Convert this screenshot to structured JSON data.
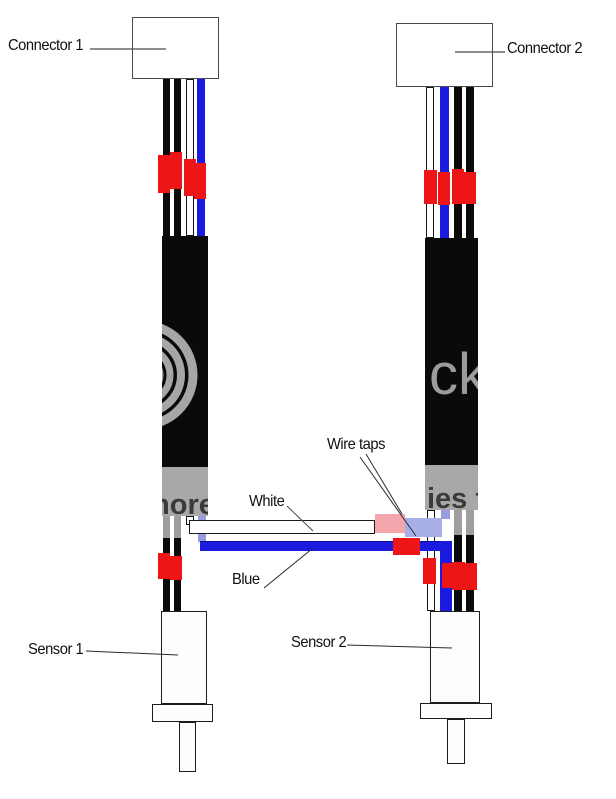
{
  "labels": {
    "connector1": "Connector 1",
    "connector2": "Connector 2",
    "sensor1": "Sensor 1",
    "sensor2": "Sensor 2",
    "wire_taps": "Wire taps",
    "white_wire": "White",
    "blue_wire": "Blue"
  },
  "watermark": {
    "left_band_text": "more",
    "right_band_text": "ies f",
    "logo_text": "ck"
  },
  "colors": {
    "wire_blue": "#1b1bdf",
    "wire_black": "#0a0a0a",
    "marker_red": "#ed1515",
    "tap_pink": "#f4a6ac",
    "tap_lavender": "#a8aee8",
    "faded_blue": "#979ce0",
    "faded_black": "#9e9e9e",
    "band_gray": "#a8a8a8",
    "band_text": "#3a3a3a",
    "watermark_gray": "#9c9c9c",
    "outline_gray": "#4a4a4a"
  }
}
